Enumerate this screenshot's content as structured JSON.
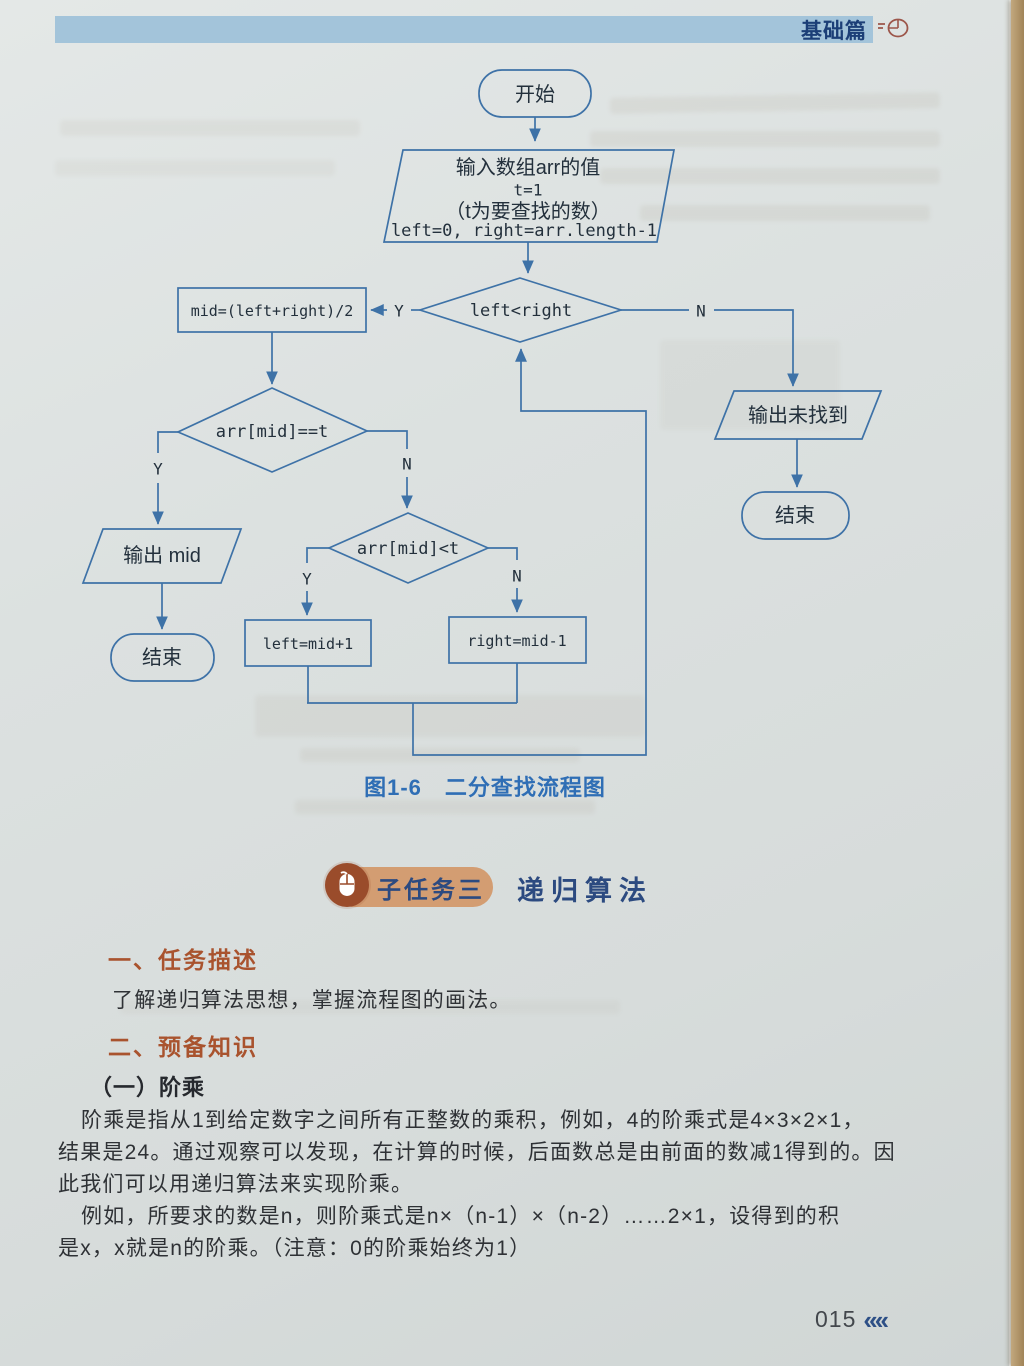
{
  "header": {
    "title": "基础篇"
  },
  "flowchart": {
    "start_label": "开始",
    "input_line1": "输入数组arr的值",
    "input_line2": "t=1",
    "input_line3": "（t为要查找的数）",
    "input_line4": "left=0, right=arr.length-1",
    "cond_loop": "left<right",
    "mid_assign": "mid=(left+right)/2",
    "cond_equal": "arr[mid]==t",
    "cond_less": "arr[mid]<t",
    "output_mid": "输出 mid",
    "assign_left": "left=mid+1",
    "assign_right": "right=mid-1",
    "output_notfound": "输出未找到",
    "end_left": "结束",
    "end_right": "结束",
    "label_yes": "Y",
    "label_no": "N",
    "caption": "图1-6　二分查找流程图"
  },
  "subtask": {
    "badge": "子任务三",
    "title": "递归算法"
  },
  "sections": {
    "s1_heading": "一、任务描述",
    "s1_body": "了解递归算法思想，掌握流程图的画法。",
    "s2_heading": "二、预备知识",
    "s2_sub1": "（一）阶乘",
    "para1_l1": "阶乘是指从1到给定数字之间所有正整数的乘积，例如，4的阶乘式是4×3×2×1，",
    "para1_l2": "结果是24。通过观察可以发现，在计算的时候，后面数总是由前面的数减1得到的。因",
    "para1_l3": "此我们可以用递归算法来实现阶乘。",
    "para2_l1": "例如，所要求的数是n，则阶乘式是n×（n-1）×（n-2）……2×1，设得到的积",
    "para2_l2": "是x，x就是n的阶乘。（注意：0的阶乘始终为1）"
  },
  "footer": {
    "page_number": "015",
    "chevrons": "‹‹‹‹"
  },
  "colors": {
    "paper": "#dadedd",
    "header_bar": "#a3c4da",
    "navy_text": "#1c3f77",
    "flowchart_stroke": "#3e72a7",
    "caption_blue": "#2f6eb5",
    "heading_rust": "#a9532e",
    "badge_circle": "#9a4c2b",
    "badge_pill": "#d39d72",
    "badge_text": "#2c4a80",
    "desk_wood": "#ab8f63"
  }
}
